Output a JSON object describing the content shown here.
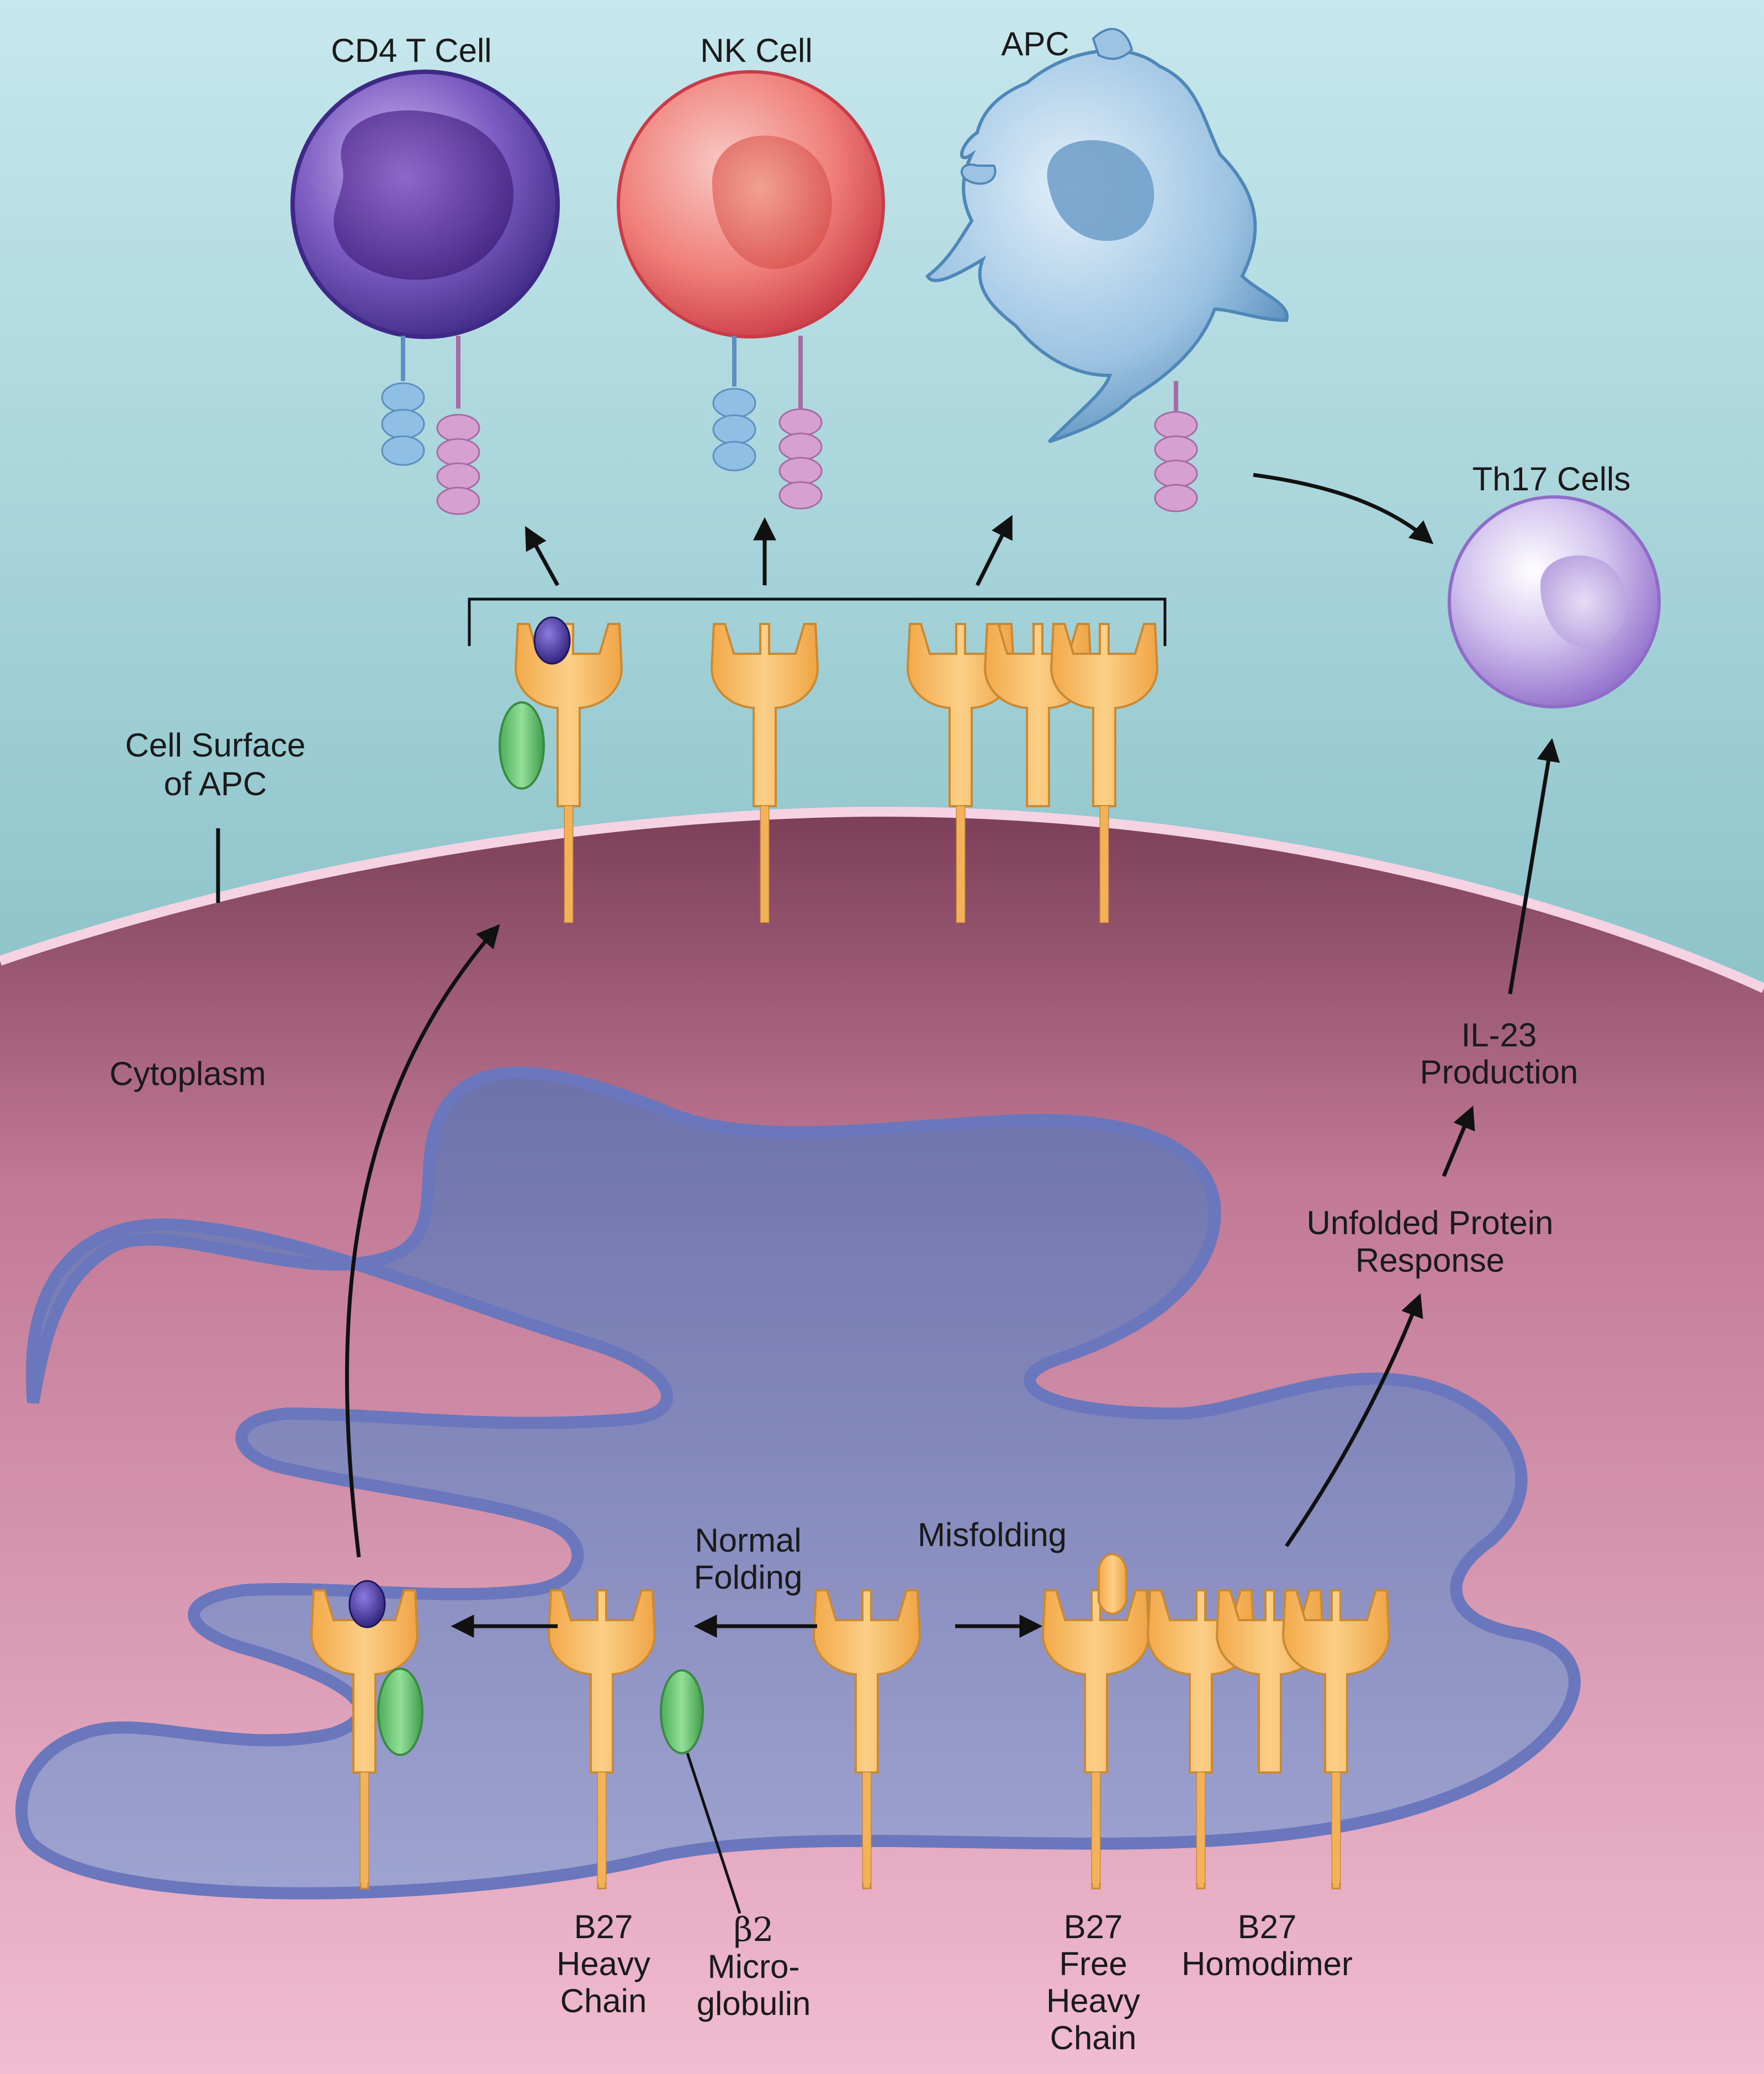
{
  "labels": {
    "cd4_t_cell": "CD4 T Cell",
    "nk_cell": "NK Cell",
    "apc": "APC",
    "th17_cells": "Th17 Cells",
    "cell_surface_line1": "Cell Surface",
    "cell_surface_line2": "of APC",
    "cytoplasm": "Cytoplasm",
    "il23_line1": "IL-23",
    "il23_line2": "Production",
    "upr_line1": "Unfolded Protein",
    "upr_line2": "Response",
    "normal_folding_line1": "Normal",
    "normal_folding_line2": "Folding",
    "misfolding": "Misfolding",
    "b27_heavy_chain_line1": "B27",
    "b27_heavy_chain_line2": "Heavy",
    "b27_heavy_chain_line3": "Chain",
    "b2m_line1": "β2",
    "b2m_line2": "Micro-",
    "b2m_line3": "globulin",
    "b27_free_line1": "B27",
    "b27_free_line2": "Free",
    "b27_free_line3": "Heavy",
    "b27_free_line4": "Chain",
    "b27_homodimer_line1": "B27",
    "b27_homodimer_line2": "Homodimer"
  },
  "colors": {
    "extracellular_top": "#bfe3ea",
    "extracellular_bottom": "#5f9fa6",
    "cytoplasm": "#b86a86",
    "cytoplasm_light": "#ecb6cc",
    "membrane": "#f6d3e2",
    "er_fill": "#8d90c2",
    "er_stroke": "#6a77bd",
    "protein_orange": "#f6bb62",
    "protein_stroke": "#c98a35",
    "b2m_green": "#6fcb78",
    "peptide_purple": "#4a3a9c",
    "cd4_purple": "#5a3d9e",
    "nk_red": "#e35d62",
    "apc_blue": "#6fa2cc",
    "th17_lilac": "#b49bd8",
    "receptor_blue": "#7aaed6",
    "receptor_pink": "#c48ac0"
  }
}
